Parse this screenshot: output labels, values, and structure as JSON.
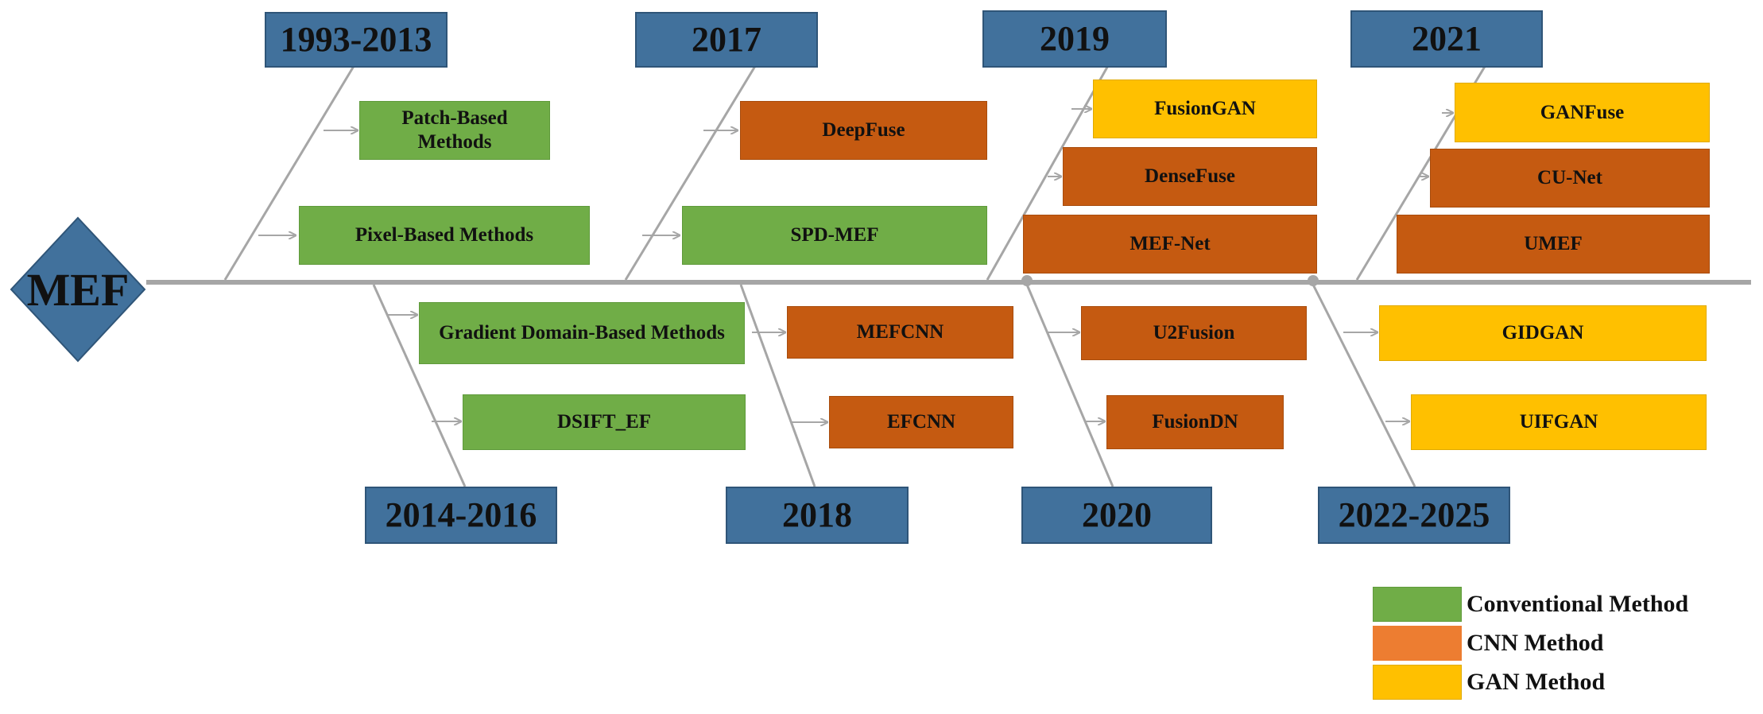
{
  "center": {
    "label": "MEF",
    "color": "#41719c"
  },
  "colors": {
    "year": "#41719c",
    "conventional": "#70ad47",
    "cnn": "#c55a11",
    "cnn_legend": "#ed7d31",
    "gan": "#ffc000",
    "spine": "#a6a6a6"
  },
  "years": {
    "y1993_2013": "1993-2013",
    "y2014_2016": "2014-2016",
    "y2017": "2017",
    "y2018": "2018",
    "y2019": "2019",
    "y2020": "2020",
    "y2021": "2021",
    "y2022_2025": "2022-2025"
  },
  "methods": {
    "patch_based": "Patch-Based Methods",
    "pixel_based": "Pixel-Based Methods",
    "gradient_domain": "Gradient Domain-Based Methods",
    "dsift_ef": "DSIFT_EF",
    "deepfuse": "DeepFuse",
    "spd_mef": "SPD-MEF",
    "mefcnn": "MEFCNN",
    "efcnn": "EFCNN",
    "fusiongan": "FusionGAN",
    "densefuse": "DenseFuse",
    "mef_net": "MEF-Net",
    "u2fusion": "U2Fusion",
    "fusiondn": "FusionDN",
    "ganfuse": "GANFuse",
    "cu_net": "CU-Net",
    "umef": "UMEF",
    "gidgan": "GIDGAN",
    "uifgan": "UIFGAN"
  },
  "legend": {
    "conventional": "Conventional Method",
    "cnn": "CNN Method",
    "gan": "GAN Method"
  }
}
